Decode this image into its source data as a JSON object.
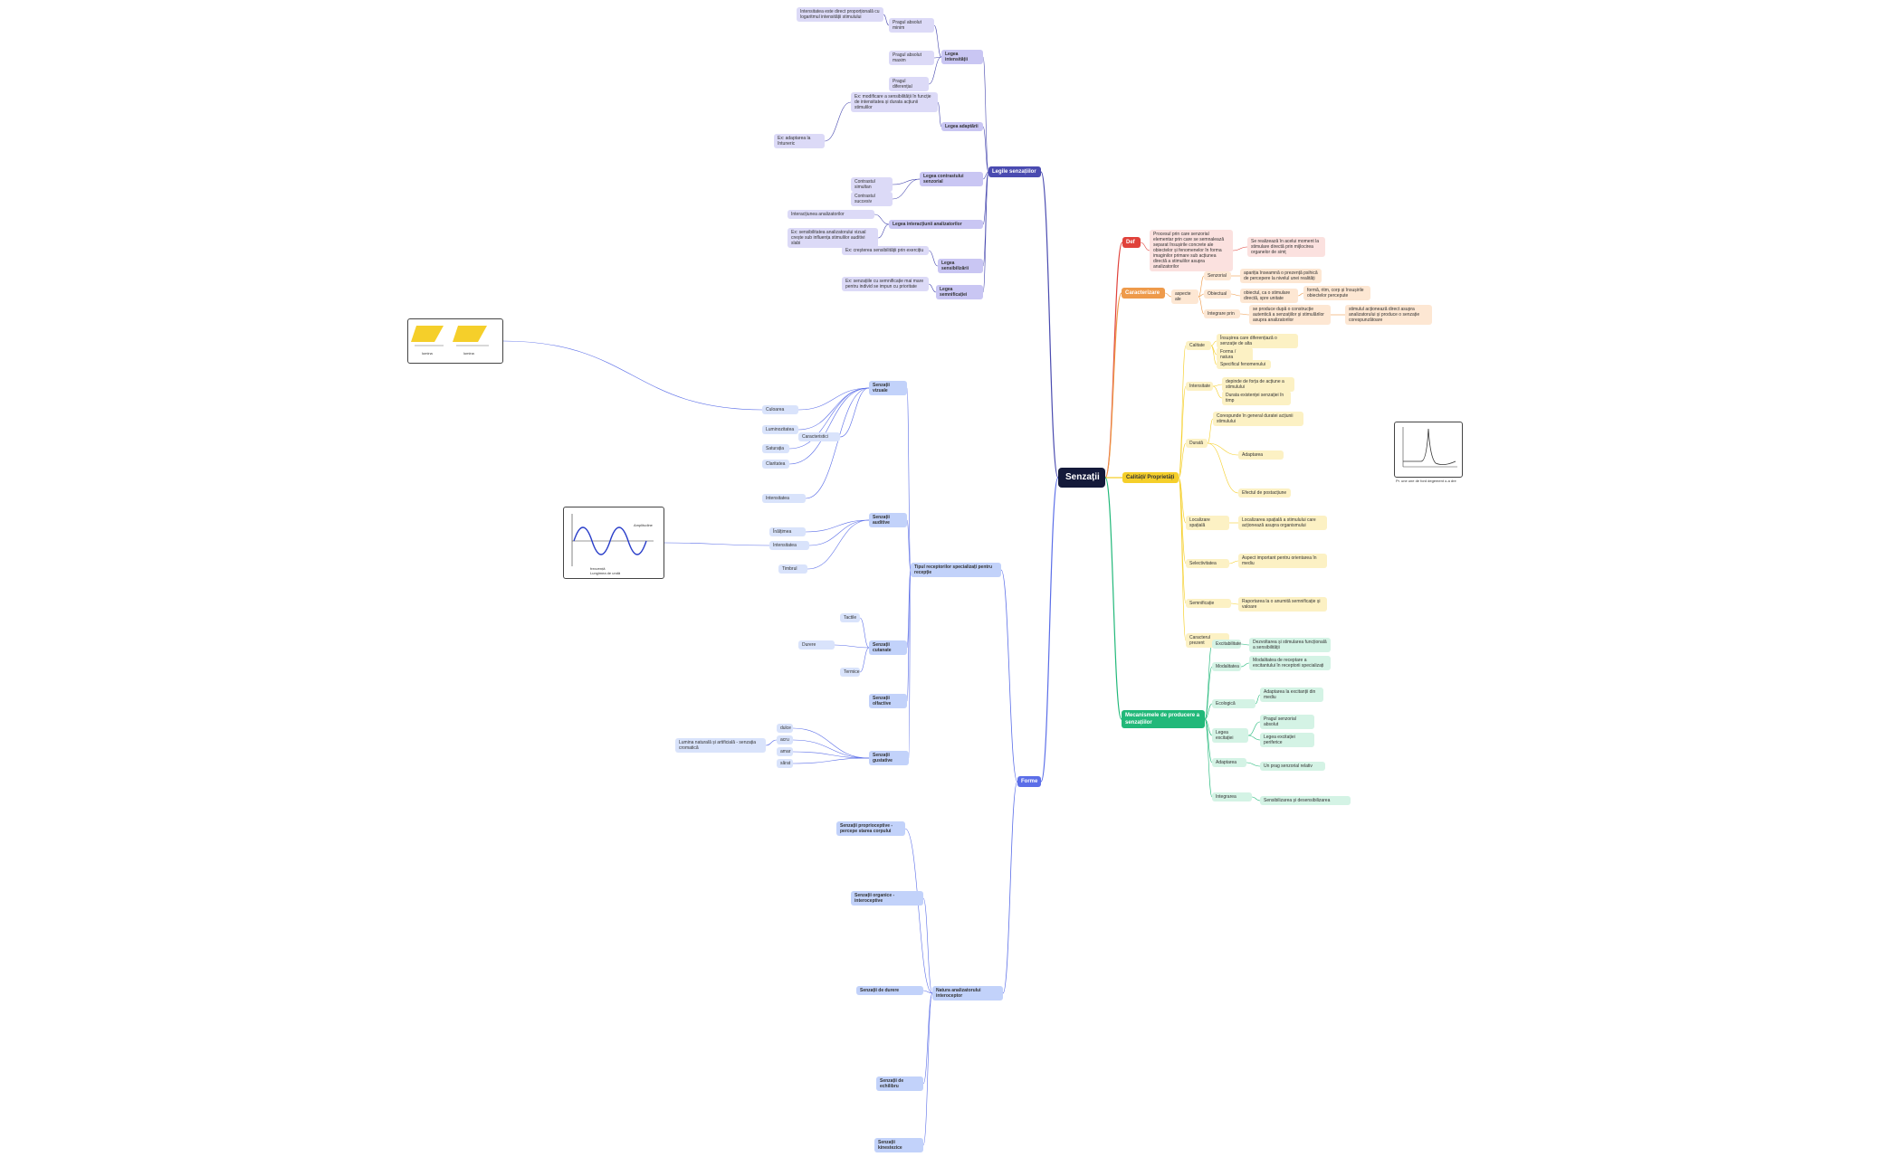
{
  "root": {
    "label": "Senzații"
  },
  "colors": {
    "def": "#e0413a",
    "caracterizare": "#ee9a4a",
    "calitati": "#f5cf2a",
    "mecanismele": "#21b879",
    "forme": "#5b6ee8",
    "legile": "#4a4bb0"
  },
  "branches": {
    "def": {
      "label": "Def",
      "text": "Procesul prin care senzorial elementar prin care se semnalează separat însușirile concrete ale obiectelor și fenomenelor în forma imaginilor primare sub acțiunea directă a stimulilor asupra analizatorilor",
      "note": "Se realizează în acelui moment la stimulare directă prin mijlocirea organelor de simț"
    },
    "caracterizare": {
      "label": "Caracterizare",
      "aspect": "aspecte ale",
      "items": [
        "Senzorial",
        "Obiectual",
        "Integrare prin"
      ],
      "details": [
        "apariția înseamnă o prezență psihică de percepere la nivelul unei realități",
        "obiectul, ca o stimulare directă, spre unitate",
        "formă, ritm, corp și însușirile obiectelor percepute",
        "se produce după o construcție autentică a senzațiilor și stimulărilor asupra analizatorilor",
        "stimulul acționează direct asupra analizatorului și produce o senzație corespunzătoare"
      ]
    },
    "calitati": {
      "label": "Calități/ Proprietăți",
      "groups": [
        "Calitate",
        "Intensitate",
        "Durată",
        "Localizare spațială",
        "Selectivitatea",
        "Semnificație",
        "Caracterul prezent"
      ],
      "details": [
        "Însușirea care diferențiază o senzație de alta",
        "Forma / natura",
        "Specificul fenomenului",
        "depinde de forța de acțiune a stimulului",
        "Durata existenței senzației în timp",
        "Corespunde în general duratei acțiunii stimulului",
        "Adaptarea",
        "Efectul de postacțiune",
        "Localizarea spațială a stimulului care acționează asupra organismului",
        "Aspect important pentru orientarea în mediu",
        "Raportarea la o anumită semnificație și valoare"
      ],
      "chart_caption": "Pr. une une de ford degement o-a dre"
    },
    "mecanismele": {
      "label": "Mecanismele de producere a senzațiilor",
      "items": [
        "Excitabilitatea",
        "Modalitatea",
        "Ecologică",
        "Legea excitației",
        "Adaptarea",
        "Integrarea"
      ],
      "details": [
        "Dezvoltarea și stimularea funcțională a sensibilității",
        "Modalitatea de receptare a excitantului în receptorii specializați",
        "Adaptarea la excitanții din mediu",
        "Pragul senzorial absolut",
        "Legea excitației periferice",
        "Un prag senzorial relativ",
        "Sensibilizarea și desensibilizarea"
      ]
    },
    "forme": {
      "label": "Forme",
      "sub": [
        {
          "label": "Tipul receptorilor specializați pentru recepție"
        },
        {
          "label": "Senzații vizuale",
          "items": [
            "Caracteristici",
            "Culoarea",
            "Luminozitatea",
            "Saturația",
            "Claritatea",
            "Intensitatea"
          ]
        },
        {
          "label": "Senzații auditive",
          "items": [
            "Înălțimea",
            "Intensitatea",
            "Timbrul"
          ]
        },
        {
          "label": "Senzații cutanate",
          "items": [
            "Tactile",
            "Termice",
            "Durere"
          ]
        },
        {
          "label": "Senzații olfactive"
        },
        {
          "label": "Senzații gustative",
          "items": [
            "dulce",
            "acru",
            "amar",
            "sărat"
          ]
        },
        {
          "label": "Senzații proprioceptive - percepe starea corpului"
        },
        {
          "label": "Senzații organice - interoceptive"
        },
        {
          "label": "Senzații de durere"
        },
        {
          "label": "Senzații de echilibru"
        },
        {
          "label": "Senzații kinestezice"
        },
        {
          "label": "Natura analizatorului interoceptor"
        }
      ]
    },
    "legile": {
      "label": "Legile senzațiilor",
      "items": [
        "Legea intensității",
        "Legea adaptării",
        "Legea contrastului senzorial",
        "Legea interacțiunii analizatorilor",
        "Legea sensibilizării",
        "Legea semnificației"
      ],
      "details": [
        "Intensitatea este direct proporțională cu logaritmul intensității stimulului",
        "Pragul absolut minim",
        "Pragul absolut maxim",
        "Pragul diferențial",
        "Ex: modificare a sensibilității în funcție de intensitatea și durata acțiunii stimulilor",
        "Ex: adaptarea la întuneric",
        "Contrastul simultan",
        "Contrastul succesiv",
        "Interacțiunea analizatorilor",
        "Ex: sensibilitatea analizatorului vizual crește sub influența stimulilor auditivi slabi",
        "Ex: creșterea sensibilității prin exercițiu",
        "Ex: senzațiile cu semnificație mai mare pentru individ se impun cu prioritate"
      ]
    }
  },
  "side_panels": {
    "sound_wave": {
      "labels": [
        "Amplitudine",
        "frecvență",
        "Lungimea de undă"
      ]
    },
    "light": {
      "labels": [
        "lumina",
        "lumina"
      ]
    },
    "note": "Lumina naturală și artificială - senzația cromatică"
  }
}
